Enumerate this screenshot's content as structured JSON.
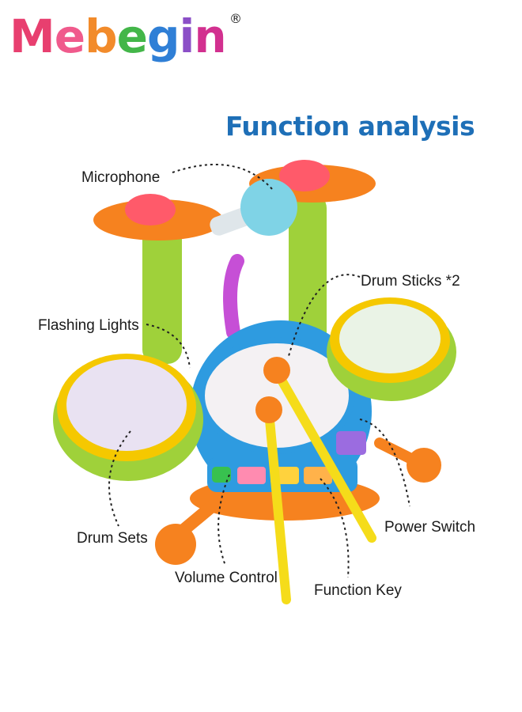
{
  "brand": {
    "letters": [
      {
        "ch": "M",
        "color": "#e83f6f"
      },
      {
        "ch": "e",
        "color": "#f05a8c"
      },
      {
        "ch": "b",
        "color": "#f28b2b"
      },
      {
        "ch": "e",
        "color": "#43b649"
      },
      {
        "ch": "g",
        "color": "#2f7fd6"
      },
      {
        "ch": "i",
        "color": "#8b4fc7"
      },
      {
        "ch": "n",
        "color": "#d2308f"
      }
    ],
    "registered": "®"
  },
  "title": "Function analysis",
  "callouts": {
    "microphone": "Microphone",
    "drum_sticks": "Drum Sticks *2",
    "flashing_lights": "Flashing Lights",
    "drum_sets": "Drum Sets",
    "power_switch": "Power Switch",
    "volume_control": "Volume Control",
    "function_key": "Function Key"
  },
  "colors": {
    "title": "#1e6fb7",
    "drum_rim": "#f5c800",
    "drum_body": "#9fd13a",
    "base": "#2e9be0",
    "orange": "#f6821f"
  }
}
